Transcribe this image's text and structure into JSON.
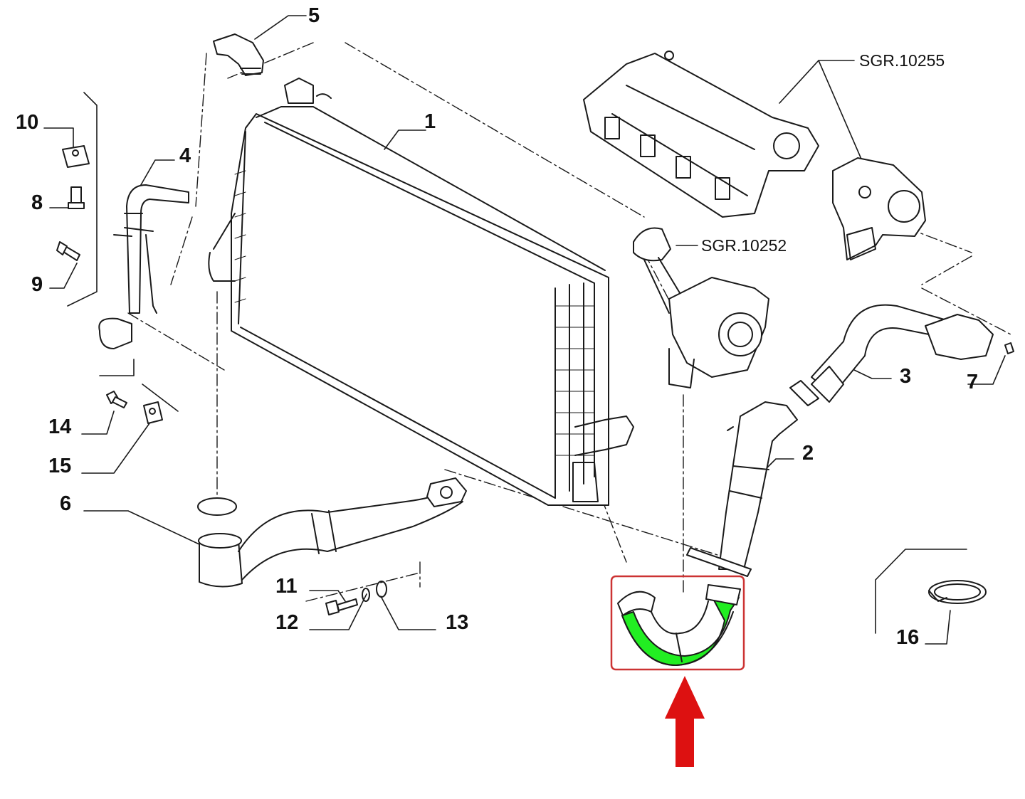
{
  "callouts": {
    "c1": "1",
    "c2": "2",
    "c3": "3",
    "c4": "4",
    "c5": "5",
    "c6": "6",
    "c7": "7",
    "c8": "8",
    "c9": "9",
    "c10": "10",
    "c11": "11",
    "c12": "12",
    "c13": "13",
    "c14": "14",
    "c15": "15",
    "c16": "16"
  },
  "references": {
    "turbo_group": "SGR.10252",
    "manifold_group": "SGR.10255"
  },
  "colors": {
    "line": "#1a1a1a",
    "highlight_part": "#22ee22",
    "highlight_box": "#cc3333",
    "arrow": "#dd1111"
  },
  "highlight": {
    "part": "lower intercooler hose"
  }
}
